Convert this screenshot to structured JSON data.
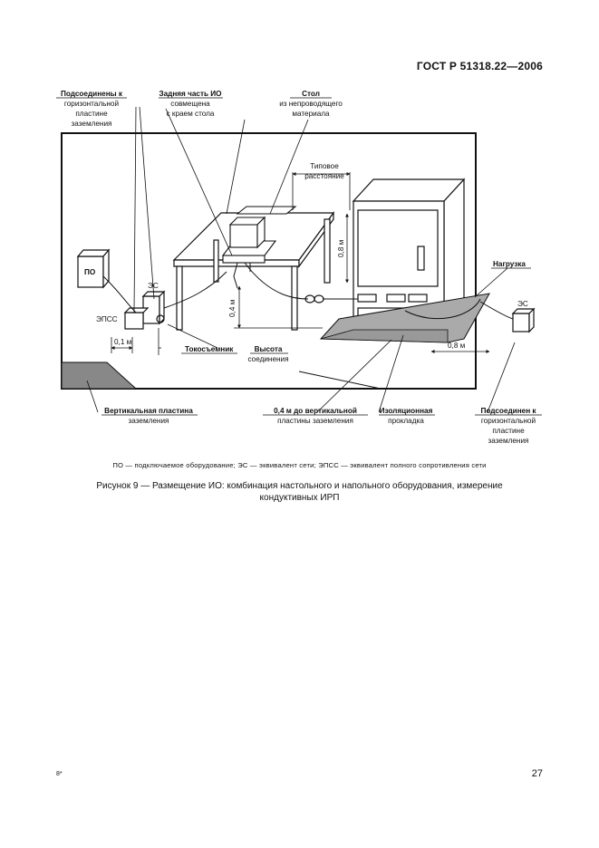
{
  "header": {
    "standard_code": "ГОСТ Р 51318.22—2006"
  },
  "figure": {
    "labels": {
      "connected_horizontal": [
        "Подсоединены к",
        "горизонтальной",
        "пластине",
        "заземления"
      ],
      "back_of_eut": [
        "Задняя часть ИО",
        "совмещена",
        "с краем стола"
      ],
      "table_material": [
        "Стол",
        "из непроводящего",
        "материала"
      ],
      "typical_distance": [
        "Типовое",
        "расстояние"
      ],
      "load": "Нагрузка",
      "po": "ПО",
      "es_left": "ЭС",
      "es_right": "ЭС",
      "epss": "ЭПСС",
      "dist_01": "0,1 м",
      "dist_04_vertical": "0,4 м",
      "dist_08_height": "0,8 м",
      "dist_08_floor": "0,8 м",
      "current_probe": "Токосъемник",
      "connection_height": [
        "Высота",
        "соединения"
      ],
      "vertical_plate": [
        "Вертикальная пластина",
        "заземления"
      ],
      "dist_to_vertical": [
        "0,4 м до вертикальной",
        "пластины заземления"
      ],
      "insulating_pad": [
        "Изоляционная",
        "прокладка"
      ],
      "connected_horizontal_right": [
        "Подсоединен к",
        "горизонтальной",
        "пластине",
        "заземления"
      ]
    }
  },
  "legend": "ПО — подключаемое оборудование; ЭС — эквивалент сети; ЭПСС — эквивалент полного сопротивления сети",
  "caption": "Рисунок 9 — Размещение ИО: комбинация настольного и напольного оборудования, измерение кондуктивных ИРП",
  "footer": {
    "sheet_mark": "8*",
    "page_number": "27"
  }
}
